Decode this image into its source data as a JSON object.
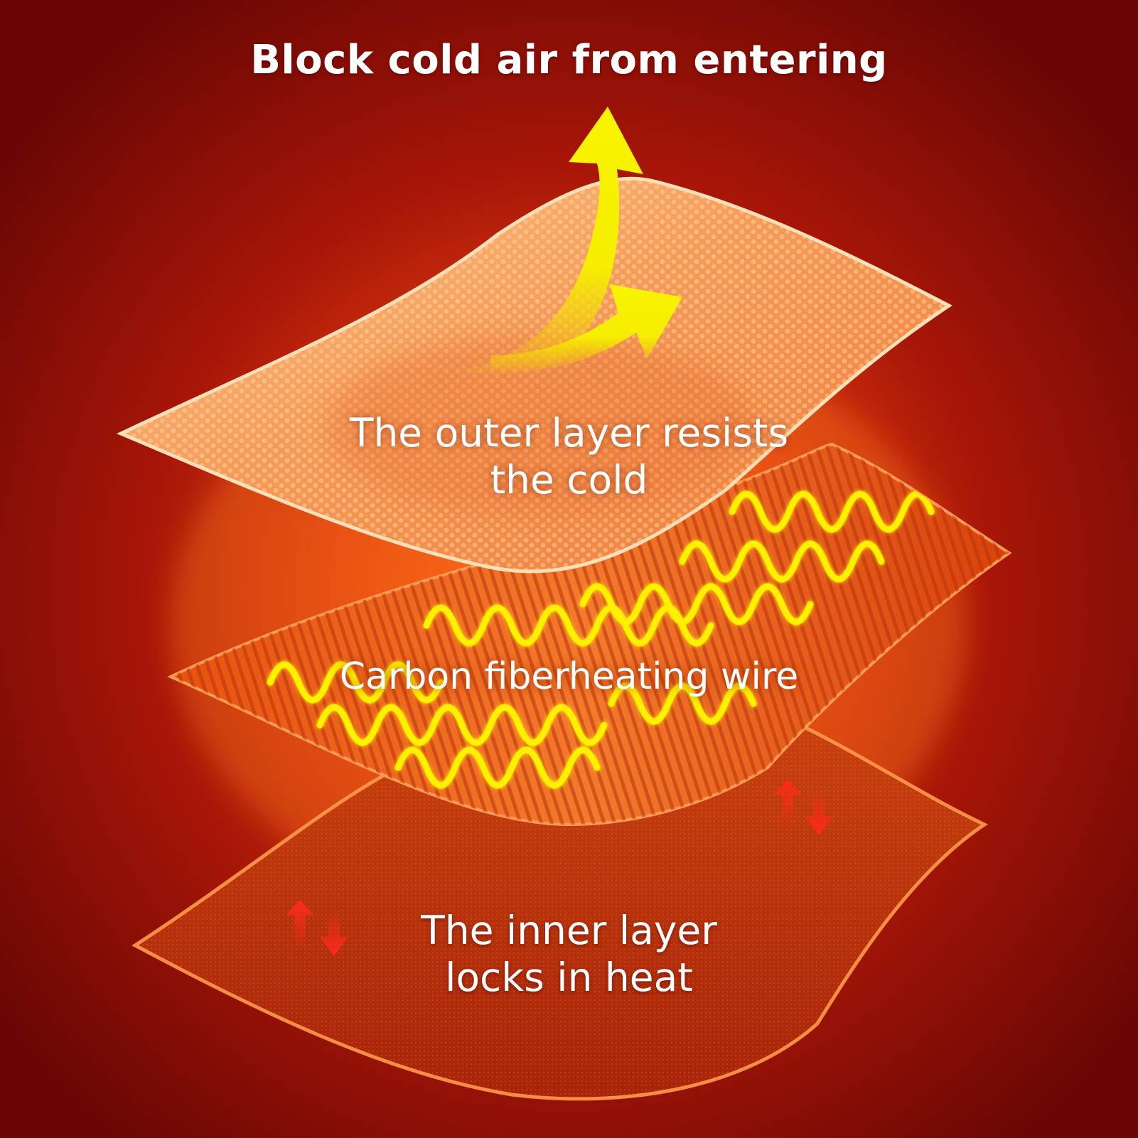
{
  "labels": {
    "block_cold_air": "Block cold air from entering",
    "outer_layer_line1": "The outer layer resists",
    "outer_layer_line2": "the cold",
    "heating_wire": "Carbon fiberheating wire",
    "inner_layer_line1": "The inner layer",
    "inner_layer_line2": "locks in heat"
  },
  "colors": {
    "background": "#7a0a06",
    "outer_layer": "#f4a15e",
    "heating_layer": "#e8661e",
    "inner_layer": "#c2360e",
    "wire": "#fff000",
    "cold_air_arrow": "#f6f000",
    "heat_arrows": "#ff2a1a",
    "text": "#ffffff"
  },
  "icons": {
    "cold_air": "curved-arrow-up-icon",
    "deflect": "curved-arrow-right-icon",
    "heat_exchange": "up-down-arrows-icon"
  }
}
